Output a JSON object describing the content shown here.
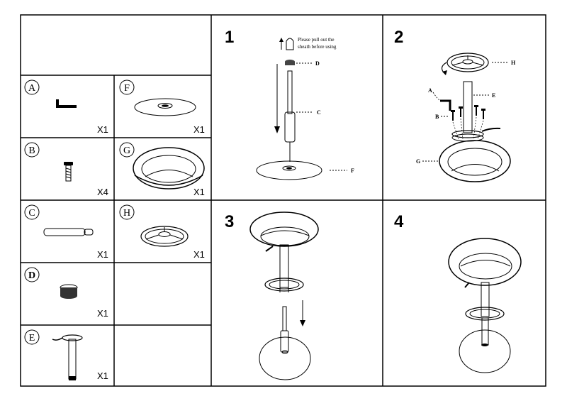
{
  "parts": [
    {
      "letter": "A",
      "qty": "X1"
    },
    {
      "letter": "F",
      "qty": "X1"
    },
    {
      "letter": "B",
      "qty": "X4"
    },
    {
      "letter": "G",
      "qty": "X1"
    },
    {
      "letter": "C",
      "qty": "X1"
    },
    {
      "letter": "H",
      "qty": "X1"
    },
    {
      "letter": "D",
      "qty": "X1"
    },
    {
      "letter": "E",
      "qty": "X1"
    }
  ],
  "steps": {
    "s1": {
      "number": "1",
      "note_line1": "Please pull out the",
      "note_line2": "sheath before using",
      "callout_d": "D",
      "callout_c": "C",
      "callout_f": "F"
    },
    "s2": {
      "number": "2",
      "callout_h": "H",
      "callout_a": "A",
      "callout_e": "E",
      "callout_b": "B",
      "callout_g": "G"
    },
    "s3": {
      "number": "3"
    },
    "s4": {
      "number": "4"
    }
  }
}
